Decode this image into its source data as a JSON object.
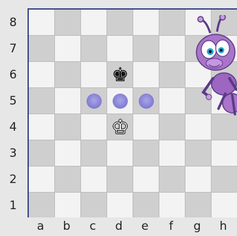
{
  "board": {
    "files": [
      "a",
      "b",
      "c",
      "d",
      "e",
      "f",
      "g",
      "h"
    ],
    "ranks": [
      "8",
      "7",
      "6",
      "5",
      "4",
      "3",
      "2",
      "1"
    ],
    "pieces": [
      {
        "square": "d6",
        "piece": "king",
        "color": "black",
        "glyph": "♚"
      },
      {
        "square": "d4",
        "piece": "king",
        "color": "white",
        "glyph": "♔"
      }
    ],
    "move_hints": [
      "c5",
      "d5",
      "e5"
    ],
    "colors": {
      "light_square": "#f3f3f3",
      "dark_square": "#cfcfcf",
      "hint_dot": "#7f7ad2",
      "hint_dot_center": "#a9a5e6",
      "board_edge": "#3d4a8a"
    }
  },
  "mascot": {
    "icon": "purple-ant-character-icon"
  }
}
